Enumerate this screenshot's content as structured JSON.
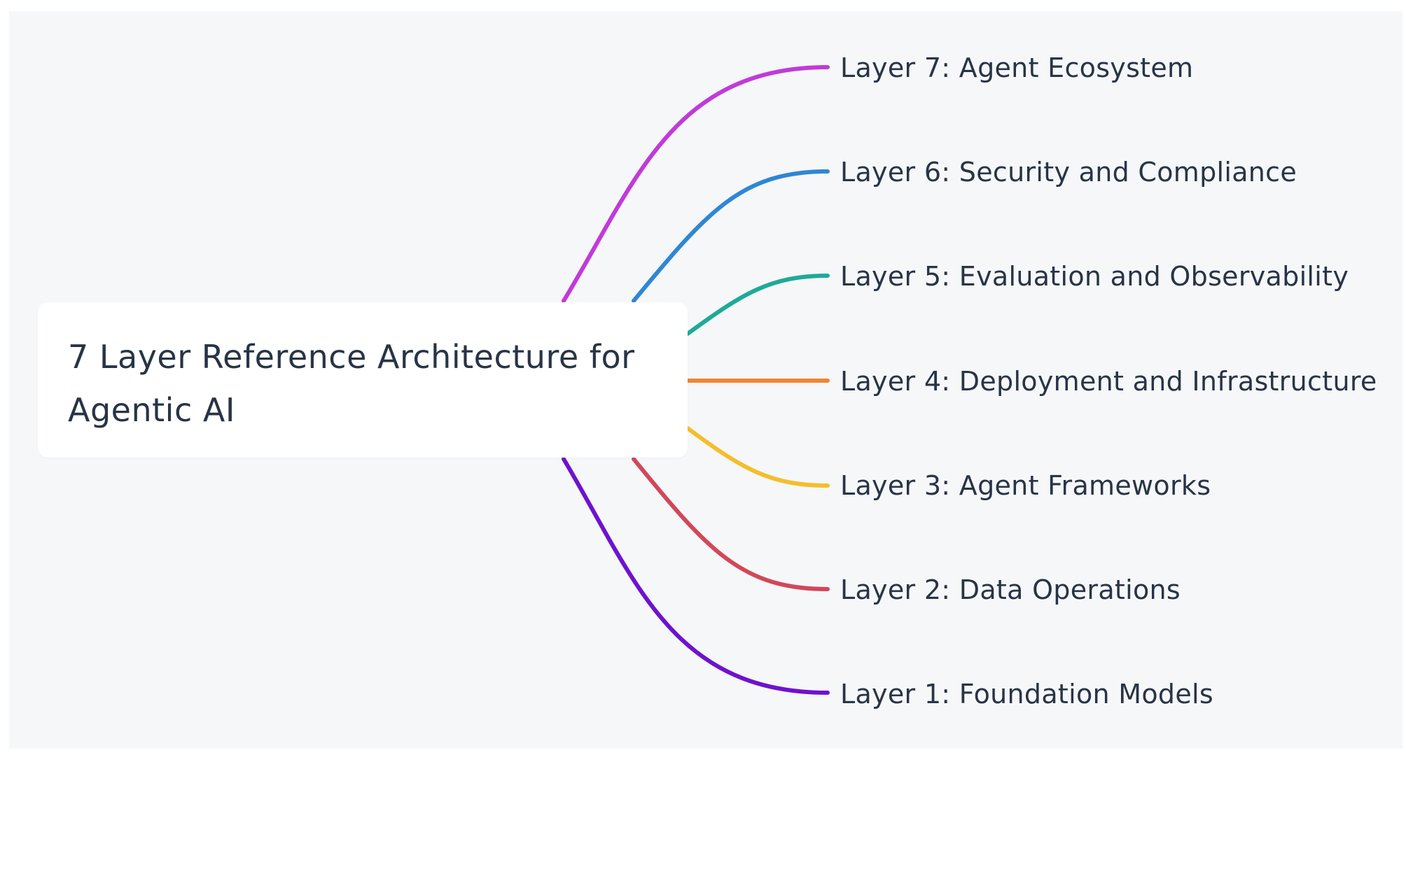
{
  "root": {
    "title": "7 Layer Reference Architecture for Agentic AI"
  },
  "branches": [
    {
      "label": "Layer 7: Agent Ecosystem",
      "color": "#c13ad9"
    },
    {
      "label": "Layer 6: Security and Compliance",
      "color": "#2f86d6"
    },
    {
      "label": "Layer 5: Evaluation and Observability",
      "color": "#1eaa97"
    },
    {
      "label": "Layer 4: Deployment and Infrastructure",
      "color": "#ef8534"
    },
    {
      "label": "Layer 3: Agent Frameworks",
      "color": "#f4be2b"
    },
    {
      "label": "Layer 2: Data Operations",
      "color": "#d1485a"
    },
    {
      "label": "Layer 1: Foundation Models",
      "color": "#6e12cf"
    }
  ],
  "colors": {
    "background": "#f6f7f9",
    "node_fill": "#ffffff",
    "text": "#283446"
  }
}
